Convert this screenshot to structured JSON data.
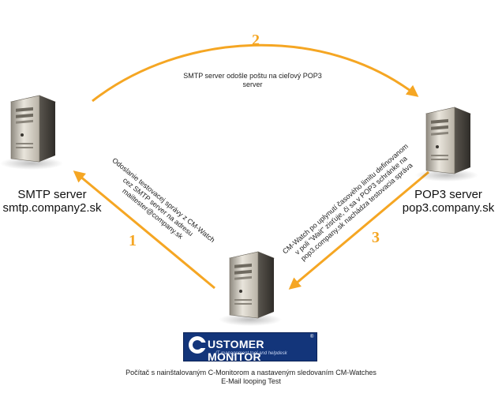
{
  "colors": {
    "arrow": "#f5a623",
    "logo_bg": "#13357a"
  },
  "steps": {
    "one": "1",
    "two": "2",
    "three": "3"
  },
  "top_caption": {
    "line1": "SMTP server odošle poštu na cieľový POP3",
    "line2": "server"
  },
  "left_caption": {
    "line1": "Odoslanie  testovacej správy z CM-Watch",
    "line2": "cez SMTP server na adresu",
    "line3": "mailtester@company.sk"
  },
  "right_caption": {
    "line1": "CM-Watch po uplynutí časového limitu definovanom",
    "line2": "v poli \"Wait\" zisťuje, či sa v POP3 schránke na",
    "line3": "pop3.company.sk nachádza testovacia správa"
  },
  "smtp": {
    "title": "SMTP server",
    "host": "smtp.company2.sk"
  },
  "pop3": {
    "title": "POP3 server",
    "host": "pop3.company.sk"
  },
  "logo": {
    "c": "C",
    "text": "USTOMER MONITOR",
    "reg": "®",
    "subtitle": "IT management tool and helpdesk"
  },
  "bottom_caption": {
    "line1": "Počítač s nainštalovaným C-Monitorom a nastaveným sledovaním CM-Watches",
    "line2": "E-Mail looping Test"
  },
  "icons": {
    "server": "tower-server-icon"
  }
}
